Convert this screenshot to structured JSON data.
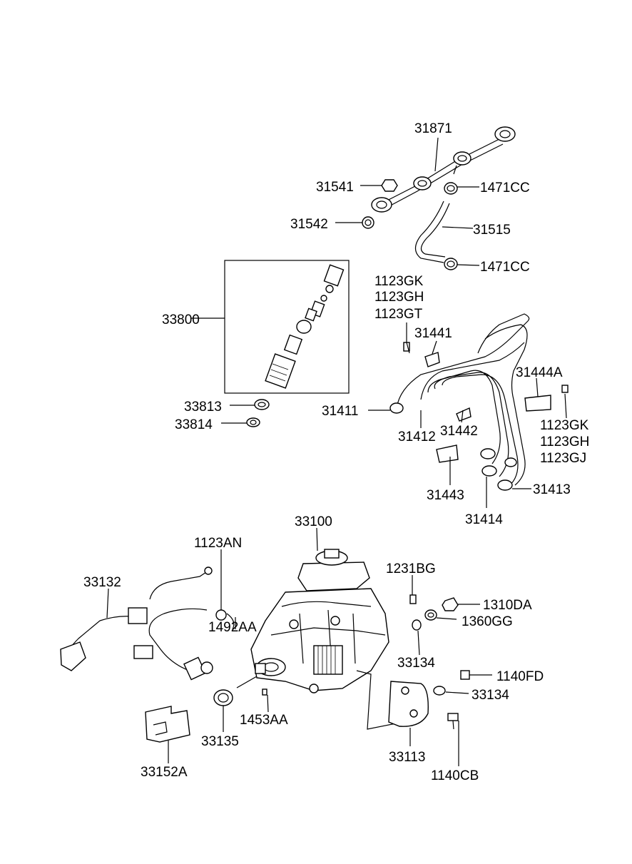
{
  "labels": {
    "p31871": "31871",
    "p31541": "31541",
    "p1471cc_a": "1471CC",
    "p31542": "31542",
    "p31515": "31515",
    "p1471cc_b": "1471CC",
    "p33800": "33800",
    "p33813": "33813",
    "p33814": "33814",
    "p1123gk_a": "1123GK",
    "p1123gh_a": "1123GH",
    "p1123gt": "1123GT",
    "p31441": "31441",
    "p31444a": "31444A",
    "p31411": "31411",
    "p31412": "31412",
    "p31442": "31442",
    "p1123gk_b": "1123GK",
    "p1123gh_b": "1123GH",
    "p1123gj": "1123GJ",
    "p31443": "31443",
    "p31413": "31413",
    "p31414": "31414",
    "p33100": "33100",
    "p1123an": "1123AN",
    "p33132": "33132",
    "p1492aa": "1492AA",
    "p1231bg": "1231BG",
    "p1310da": "1310DA",
    "p1360gg": "1360GG",
    "p33134_a": "33134",
    "p1140fd": "1140FD",
    "p33134_b": "33134",
    "p1453aa": "1453AA",
    "p33135": "33135",
    "p33113": "33113",
    "p1140cb": "1140CB",
    "p33152a": "33152A"
  }
}
